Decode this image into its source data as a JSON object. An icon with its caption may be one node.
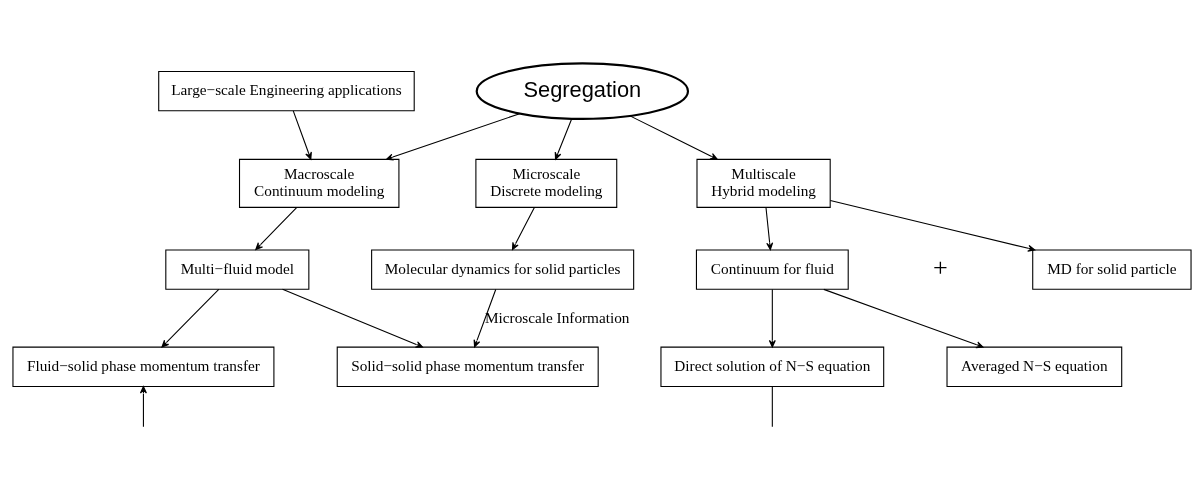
{
  "diagram": {
    "nodes": [
      {
        "text": [
          "Segregation"
        ]
      },
      {
        "text": [
          "Large−scale Engineering applications"
        ]
      },
      {
        "text": [
          "Macroscale",
          "Continuum modeling"
        ]
      },
      {
        "text": [
          "Microscale",
          "Discrete modeling"
        ]
      },
      {
        "text": [
          "Multiscale",
          "Hybrid modeling"
        ]
      },
      {
        "text": [
          "Multi−fluid model"
        ]
      },
      {
        "text": [
          "Molecular dynamics for solid particles"
        ]
      },
      {
        "text": [
          "Continuum for fluid"
        ]
      },
      {
        "text": [
          "MD for solid particle"
        ]
      },
      {
        "text": [
          "Fluid−solid phase momentum transfer"
        ]
      },
      {
        "text": [
          "Solid−solid phase momentum transfer"
        ]
      },
      {
        "text": [
          "Direct solution of N−S equation"
        ]
      },
      {
        "text": [
          "Averaged N−S equation"
        ]
      }
    ],
    "edges": [
      {
        "from": 0,
        "to": 2,
        "arrow": "to"
      },
      {
        "from": 1,
        "to": 2,
        "arrow": "to"
      },
      {
        "from": 0,
        "to": 3,
        "arrow": "to"
      },
      {
        "from": 0,
        "to": 4,
        "arrow": "to"
      },
      {
        "from": 2,
        "to": 5,
        "arrow": "to"
      },
      {
        "from": 3,
        "to": 6,
        "arrow": "to"
      },
      {
        "from": 4,
        "to": 7,
        "arrow": "to"
      },
      {
        "from": 4,
        "to": 8,
        "arrow": "to"
      },
      {
        "from": 5,
        "to": 9,
        "arrow": "to"
      },
      {
        "from": 5,
        "to": 10,
        "arrow": "to"
      },
      {
        "from": 6,
        "to": 10,
        "arrow": "to",
        "label": "Microscale Information"
      },
      {
        "from": 7,
        "to": 11,
        "arrow": "to"
      },
      {
        "from": 7,
        "to": 12,
        "arrow": "to"
      },
      {
        "from": null,
        "to": 9,
        "arrow": "to"
      },
      {
        "from": 11,
        "to": null,
        "arrow": "none"
      }
    ],
    "labels": [
      "+"
    ]
  }
}
